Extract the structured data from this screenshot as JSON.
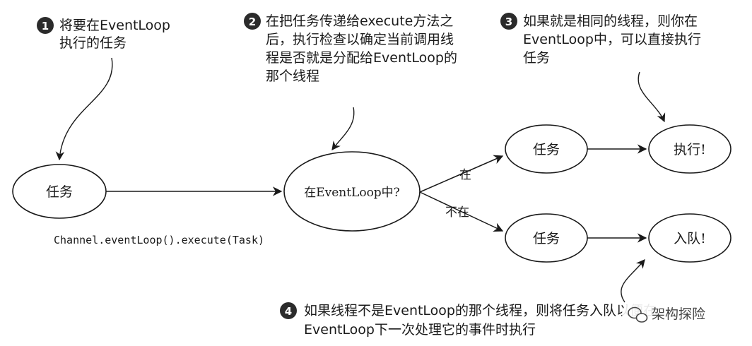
{
  "callouts": [
    {
      "number": "1",
      "lines": [
        "将要在EventLoop",
        "执行的任务"
      ]
    },
    {
      "number": "2",
      "lines": [
        "在把任务传递给execute方法之",
        "后，执行检查以确定当前调用线",
        "程是否就是分配给EventLoop的",
        "那个线程"
      ]
    },
    {
      "number": "3",
      "lines": [
        "如果就是相同的线程，则你在",
        "EventLoop中，可以直接执行",
        "任务"
      ]
    },
    {
      "number": "4",
      "lines": [
        "如果线程不是EventLoop的那个线程，则将任务入队以便在",
        "EventLoop下一次处理它的事件时执行"
      ]
    }
  ],
  "nodes": {
    "task": "任务",
    "check": "在EventLoop中?",
    "task_yes": "任务",
    "execute": "执行!",
    "task_no": "任务",
    "enqueue": "入队!"
  },
  "edges": {
    "yes_label": "在",
    "no_label": "不在"
  },
  "code": "Channel.eventLoop().execute(Task)",
  "watermark": "架构探险",
  "colors": {
    "ink": "#1a1a1a",
    "badge": "#2b2b2b",
    "background": "#ffffff"
  }
}
